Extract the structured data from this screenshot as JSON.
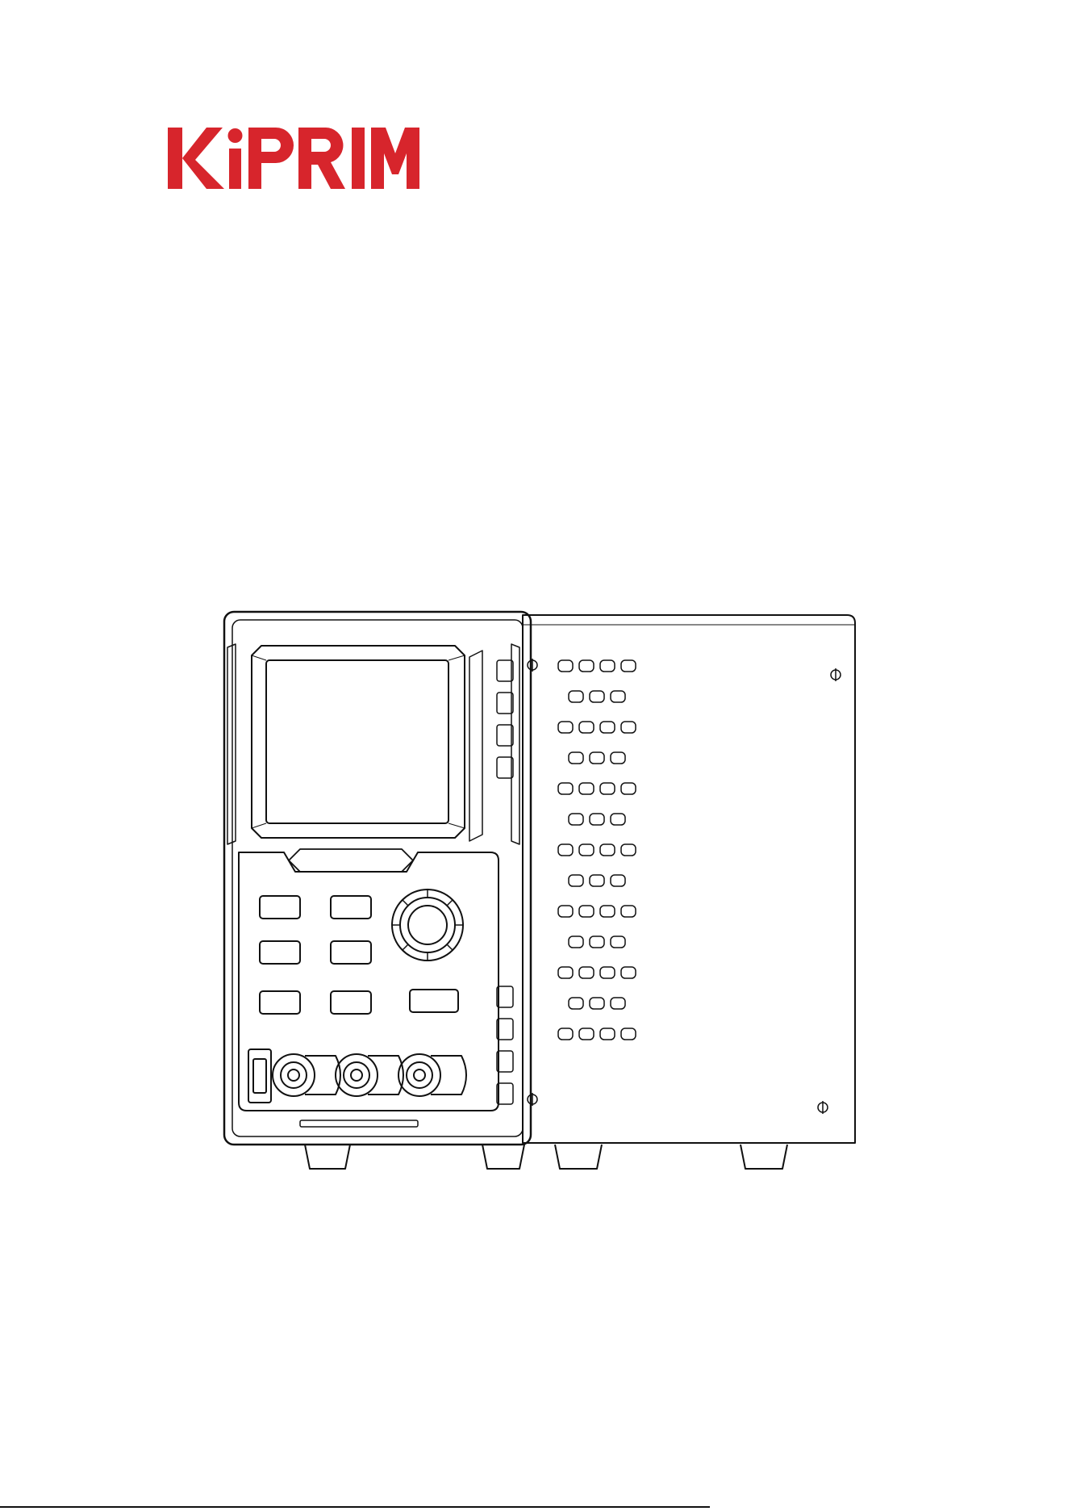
{
  "brand": {
    "name": "KIPRIM",
    "color": "#D7252C"
  },
  "product_illustration": {
    "icon": "bench-power-supply-drawing",
    "front_keys": 7,
    "binding_posts": 3
  },
  "footer": {
    "text": "",
    "rule_color": "#111111"
  }
}
